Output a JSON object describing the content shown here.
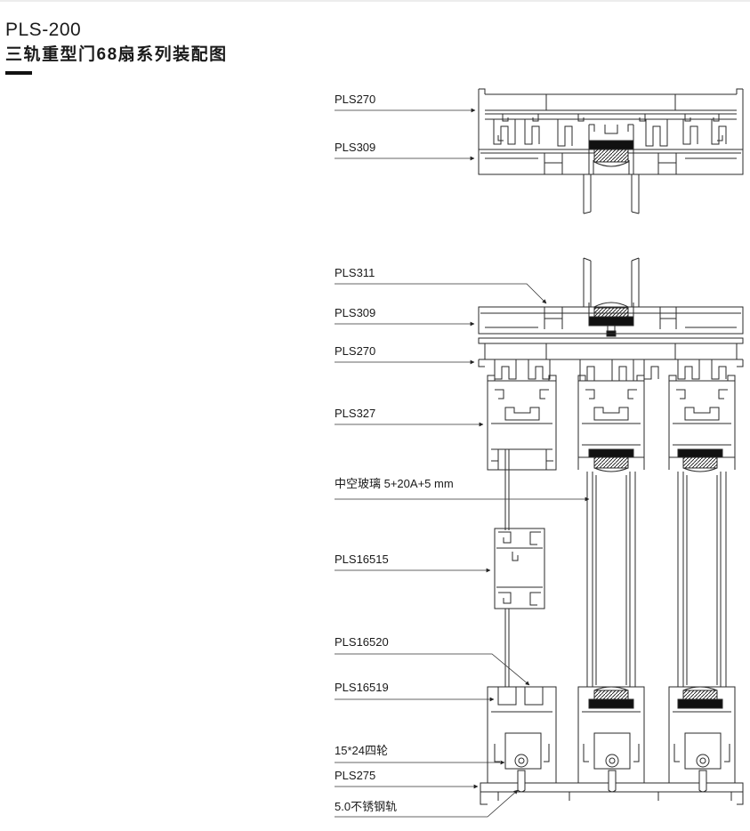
{
  "header": {
    "code": "PLS-200",
    "title": "三轨重型门68扇系列装配图"
  },
  "upper_labels": [
    {
      "text": "PLS270"
    },
    {
      "text": "PLS309"
    }
  ],
  "lower_labels": [
    {
      "text": "PLS311"
    },
    {
      "text": "PLS309"
    },
    {
      "text": "PLS270"
    },
    {
      "text": "PLS327"
    },
    {
      "text": "中空玻璃 5+20A+5 mm"
    },
    {
      "text": "PLS16515"
    },
    {
      "text": "PLS16520"
    },
    {
      "text": "PLS16519"
    },
    {
      "text": "15*24四轮"
    },
    {
      "text": "PLS275"
    },
    {
      "text": "5.0不锈钢轨"
    }
  ],
  "colors": {
    "line": "#2a2a2a",
    "glazing": "#111111"
  }
}
